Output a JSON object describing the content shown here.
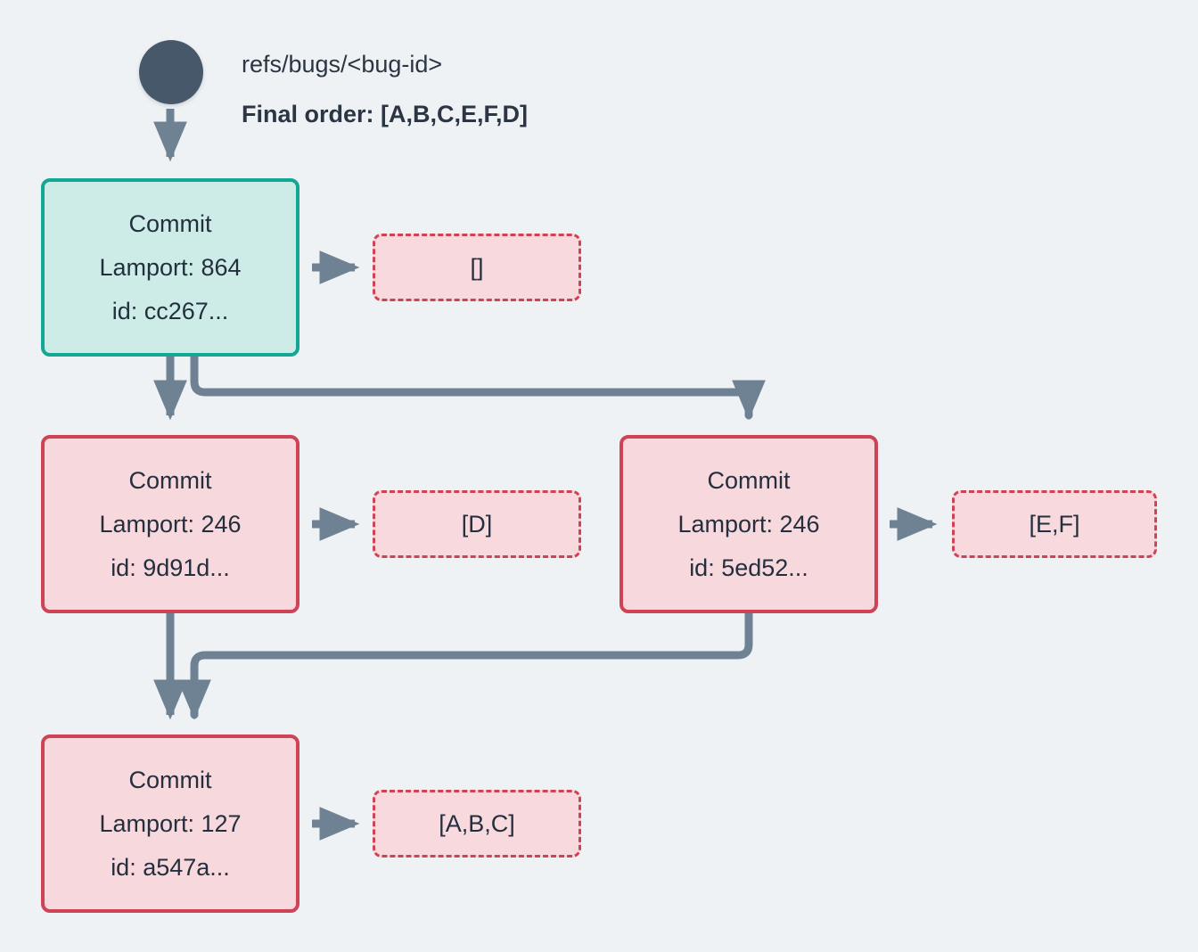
{
  "diagram": {
    "background_color": "#eff2f5",
    "edge_color": "#6f8293",
    "root": {
      "node_name": "bug-ref-root",
      "color": "#47586a",
      "ref_label": "refs/bugs/<bug-id>",
      "final_order_label": "Final order: [A,B,C,E,F,D]"
    },
    "commits": [
      {
        "id": "commit-cc267",
        "title": "Commit",
        "lamport": "Lamport: 864",
        "hash": "id: cc267...",
        "style": "teal",
        "fill": "#cdece8",
        "stroke": "#13a794",
        "ops": {
          "box_name": "ops-box-cc267",
          "label": "[]"
        }
      },
      {
        "id": "commit-9d91d",
        "title": "Commit",
        "lamport": "Lamport: 246",
        "hash": "id: 9d91d...",
        "style": "pink",
        "fill": "#f7d8dd",
        "stroke": "#cf4356",
        "ops": {
          "box_name": "ops-box-9d91d",
          "label": "[D]"
        }
      },
      {
        "id": "commit-5ed52",
        "title": "Commit",
        "lamport": "Lamport: 246",
        "hash": "id: 5ed52...",
        "style": "pink",
        "fill": "#f7d8dd",
        "stroke": "#cf4356",
        "ops": {
          "box_name": "ops-box-5ed52",
          "label": "[E,F]"
        }
      },
      {
        "id": "commit-a547a",
        "title": "Commit",
        "lamport": "Lamport: 127",
        "hash": "id: a547a...",
        "style": "pink",
        "fill": "#f7d8dd",
        "stroke": "#cf4356",
        "ops": {
          "box_name": "ops-box-a547a",
          "label": "[A,B,C]"
        }
      }
    ]
  }
}
